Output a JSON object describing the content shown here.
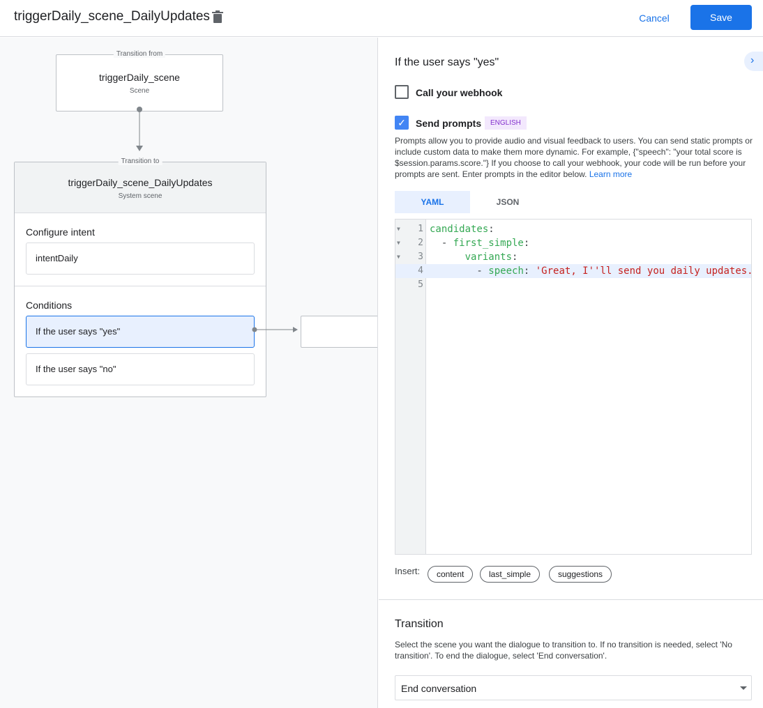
{
  "header": {
    "title": "triggerDaily_scene_DailyUpdates",
    "cancel_label": "Cancel",
    "save_label": "Save"
  },
  "canvas": {
    "from": {
      "caption": "Transition from",
      "title": "triggerDaily_scene",
      "subtitle": "Scene"
    },
    "to": {
      "caption": "Transition to",
      "title": "triggerDaily_scene_DailyUpdates",
      "subtitle": "System scene"
    },
    "configure_intent": {
      "label": "Configure intent",
      "intent": "intentDaily"
    },
    "conditions": {
      "label": "Conditions",
      "items": [
        "If the user says \"yes\"",
        "If the user says \"no\""
      ]
    }
  },
  "panel": {
    "title": "If the user says \"yes\"",
    "webhook": {
      "label": "Call your webhook",
      "checked": false
    },
    "prompts": {
      "label": "Send prompts",
      "checked": true,
      "badge": "ENGLISH",
      "description": "Prompts allow you to provide audio and visual feedback to users. You can send static prompts or include custom data to make them more dynamic. For example, {\"speech\": \"your total score is $session.params.score.\"} If you choose to call your webhook, your code will be run before your prompts are sent. Enter prompts in the editor below.",
      "learn_more": "Learn more"
    },
    "tabs": [
      "YAML",
      "JSON"
    ],
    "active_tab": "YAML",
    "code_lines": [
      {
        "n": "1",
        "indent": "",
        "key": "candidates",
        "rest": ""
      },
      {
        "n": "2",
        "indent": "  - ",
        "key": "first_simple",
        "rest": ""
      },
      {
        "n": "3",
        "indent": "      ",
        "key": "variants",
        "rest": ""
      },
      {
        "n": "4",
        "indent": "        - ",
        "key": "speech",
        "rest": " 'Great, I''ll send you daily updates."
      },
      {
        "n": "5",
        "indent": "",
        "key": "",
        "rest": ""
      }
    ],
    "insert": {
      "label": "Insert:",
      "chips": [
        "content",
        "last_simple",
        "suggestions"
      ]
    },
    "transition": {
      "title": "Transition",
      "description": "Select the scene you want the dialogue to transition to. If no transition is needed, select 'No transition'. To end the dialogue, select 'End conversation'.",
      "selected": "End conversation"
    }
  }
}
